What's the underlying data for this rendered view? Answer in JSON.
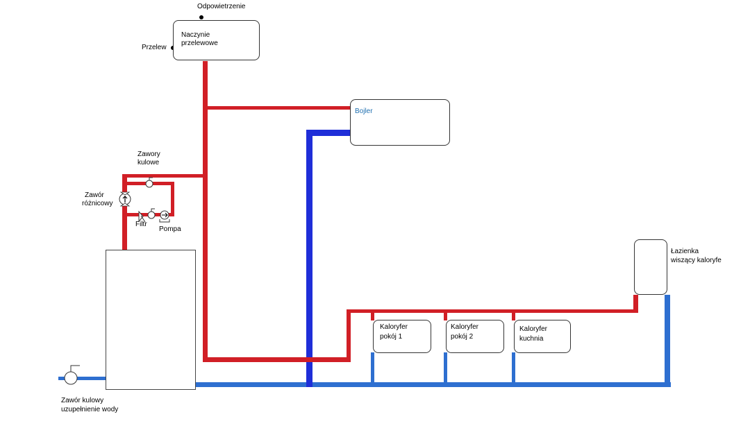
{
  "colors": {
    "supply": "#d11f26",
    "return_dark": "#1f2ed8",
    "return_light": "#2e6fd0",
    "outline": "#333333",
    "bojler_text": "#1f6fb0"
  },
  "labels": {
    "odpowietrzenie": "Odpowietrzenie",
    "naczynie_line1": "Naczynie",
    "naczynie_line2": "przelewowe",
    "przelew": "Przelew",
    "bojler": "Bojler",
    "zawory_line1": "Zawory",
    "zawory_line2": "kulowe",
    "zawor_roz_line1": "Zawór",
    "zawor_roz_line2": "różnicowy",
    "filtr": "Filtr",
    "pompa": "Pompa",
    "kaloryfer1_line1": "Kaloryfer",
    "kaloryfer1_line2": "pokój 1",
    "kaloryfer2_line1": "Kaloryfer",
    "kaloryfer2_line2": "pokój 2",
    "kaloryfer3_line1": "Kaloryfer",
    "kaloryfer3_line2": "kuchnia",
    "lazienka_line1": "Łazienka",
    "lazienka_line2": "wiszący kaloryfe",
    "zawor_kul_line1": "Zawór kulowy",
    "zawor_kul_line2": "uzupełnienie wody"
  }
}
